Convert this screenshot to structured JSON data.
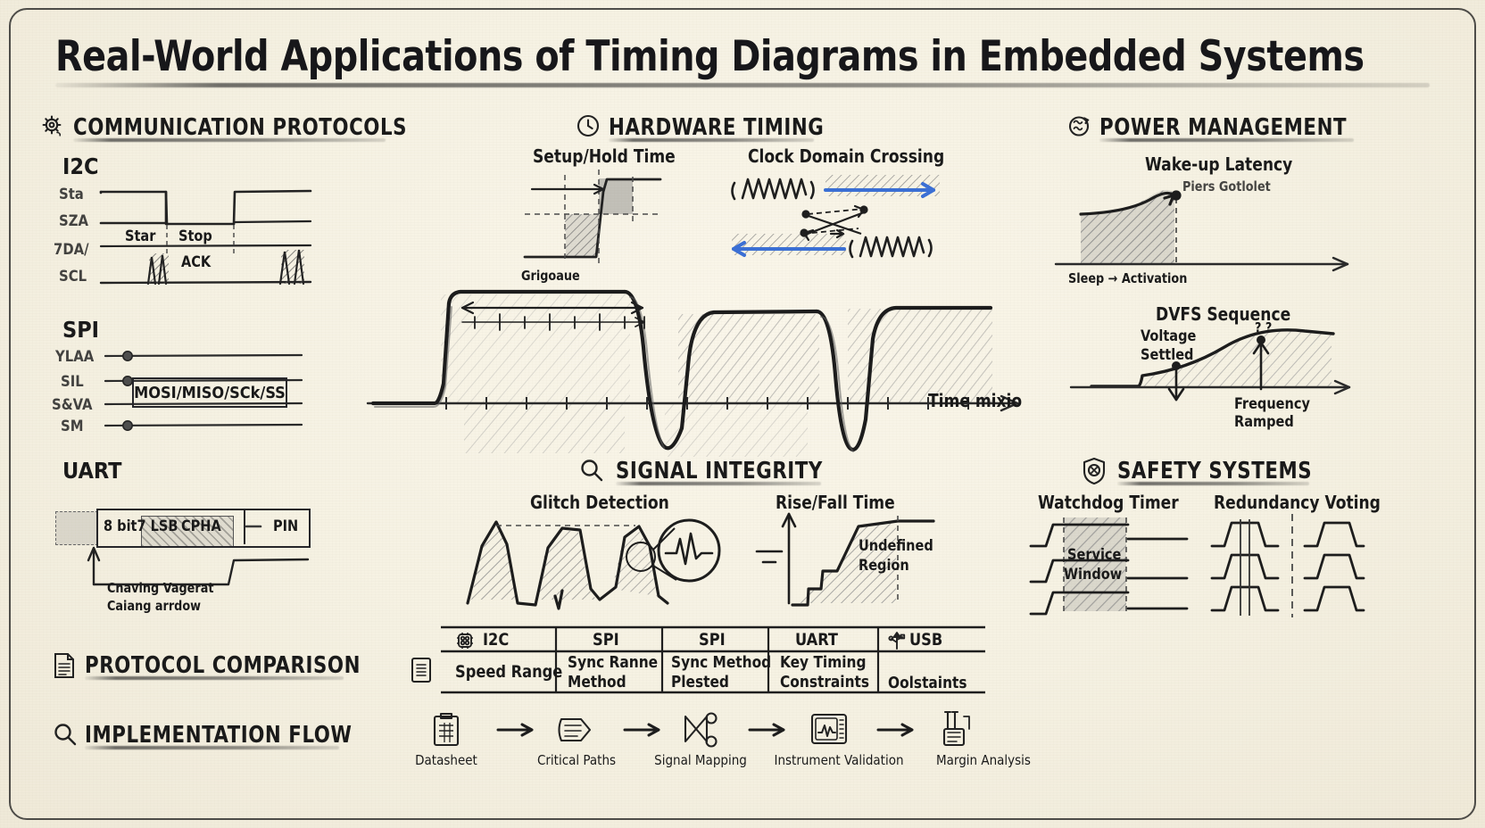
{
  "title": "Real-World Applications of Timing Diagrams in Embedded Systems",
  "colors": {
    "paper": "#f7f3e6",
    "ink": "#1a1a1a",
    "accent_blue": "#3b6fd4",
    "pencil_grey": "#8a8a8a"
  },
  "sections": {
    "communication_protocols": {
      "heading": "COMMUNICATION PROTOCOLS",
      "icon": "gear-icon",
      "i2c": {
        "name": "I2C",
        "signals": [
          "Sta",
          "SZA",
          "7DA/",
          "SCL"
        ],
        "annotations": [
          "Star",
          "Stop",
          "ACK"
        ]
      },
      "spi": {
        "name": "SPI",
        "signals": [
          "YLAA",
          "SIL",
          "S&VA",
          "SM"
        ],
        "bus_label": "MOSI/MISO/SCk/SS"
      },
      "uart": {
        "name": "UART",
        "frame_fields": [
          "8 bit7 LSB",
          "CPHA",
          "PIN"
        ],
        "caption_line1": "Cnaving Vagerat",
        "caption_line2": "Caiang arrdow"
      }
    },
    "hardware_timing": {
      "heading": "HARDWARE TIMING",
      "icon": "clock-icon",
      "subsections": [
        "Setup/Hold Time",
        "Clock Domain Crossing"
      ],
      "waveform": {
        "dimension_label": "Grigoaue",
        "axis_label": "Time mixio"
      }
    },
    "power_management": {
      "heading": "POWER MANAGEMENT",
      "icon": "power-cycle-icon",
      "wakeup": {
        "title": "Wake-up Latency",
        "peak_label": "Piers Gotlolet",
        "axis_label": "Sleep → Activation"
      },
      "dvfs": {
        "title": "DVFS Sequence",
        "voltage_label_line1": "Voltage",
        "voltage_label_line2": "Settled",
        "frequency_label_line1": "Frequency",
        "frequency_label_line2": "Ramped",
        "marker": "? ?"
      }
    },
    "signal_integrity": {
      "heading": "SIGNAL INTEGRITY",
      "icon": "magnifier-icon",
      "glitch": {
        "title": "Glitch Detection"
      },
      "rise_fall": {
        "title": "Rise/Fall Time",
        "region_line1": "Undefined",
        "region_line2": "Region"
      }
    },
    "safety_systems": {
      "heading": "SAFETY SYSTEMS",
      "icon": "shield-icon",
      "watchdog": {
        "title": "Watchdog Timer",
        "window_line1": "Service",
        "window_line2": "Window"
      },
      "redundancy": {
        "title": "Redundancy Voting"
      }
    },
    "protocol_comparison": {
      "heading": "PROTOCOL COMPARISON",
      "icon": "document-icon"
    },
    "implementation_flow": {
      "heading": "IMPLEMENTATION FLOW",
      "icon": "magnifier-icon"
    }
  },
  "comparison_table": {
    "row_icon": "list-document-icon",
    "headers": [
      {
        "label": "I2C",
        "icon": "chip-icon"
      },
      {
        "label": "SPI",
        "icon": ""
      },
      {
        "label": "SPI",
        "icon": ""
      },
      {
        "label": "UART",
        "icon": ""
      },
      {
        "label": "USB",
        "icon": "usb-icon"
      }
    ],
    "rows": [
      {
        "cells": [
          "Speed Range",
          "Sync Ranne\nMethod",
          "Sync Method\nPlested",
          "Key Timing\nConstraints",
          "Oolstaints"
        ]
      }
    ]
  },
  "flow_steps": [
    {
      "label": "Datasheet",
      "icon": "clipboard-icon"
    },
    {
      "label": "Critical Paths",
      "icon": "layers-arrow-icon"
    },
    {
      "label": "Signal Mapping",
      "icon": "node-map-icon"
    },
    {
      "label": "Instrument Validation",
      "icon": "oscilloscope-icon"
    },
    {
      "label": "Margin Analysis",
      "icon": "caliper-icon"
    }
  ]
}
